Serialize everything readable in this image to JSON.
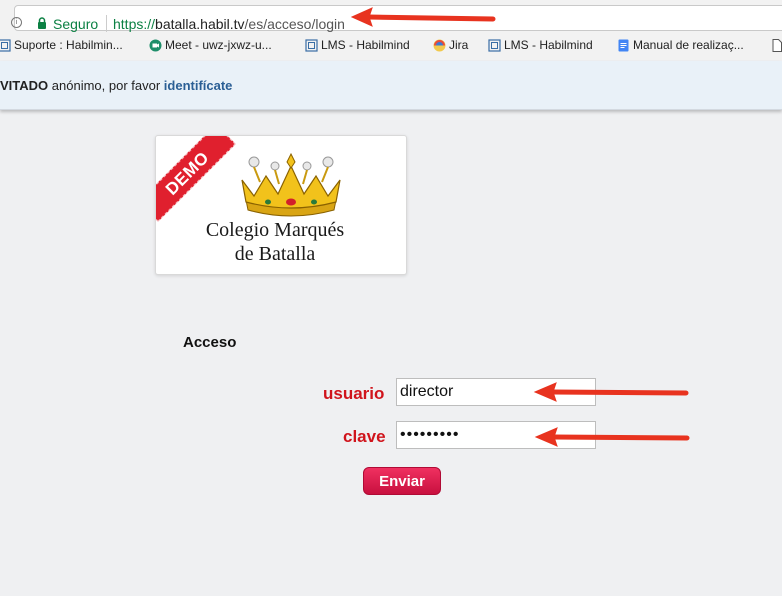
{
  "browser": {
    "security_label": "Seguro",
    "url_scheme": "https://",
    "url_host": "batalla.habil.tv",
    "url_path": "/es/acceso/login"
  },
  "bookmarks": [
    {
      "label": "Suporte : Habilmin...",
      "icon": "page-grid-icon"
    },
    {
      "label": "Meet - uwz-jxwz-u...",
      "icon": "meet-icon"
    },
    {
      "label": "LMS - Habilmind",
      "icon": "page-grid-icon"
    },
    {
      "label": "Jira",
      "icon": "jira-icon"
    },
    {
      "label": "LMS - Habilmind",
      "icon": "page-grid-icon"
    },
    {
      "label": "Manual de realizaç...",
      "icon": "docs-icon"
    }
  ],
  "notice": {
    "guest_label": "VITADO",
    "message": " anónimo, por favor ",
    "login_link": "identifícate"
  },
  "logo": {
    "ribbon_text": "DEMO",
    "name_line1": "Colegio Marqués",
    "name_line2": "de Batalla"
  },
  "form": {
    "title": "Acceso",
    "username_label": "usuario",
    "username_value": "director",
    "password_label": "clave",
    "password_value": "•••••••••",
    "submit_label": "Enviar"
  },
  "colors": {
    "label_red": "#d0141c",
    "button_red": "#e01b4d",
    "annotation_arrow": "#e8331f",
    "secure_green": "#0b8043"
  }
}
